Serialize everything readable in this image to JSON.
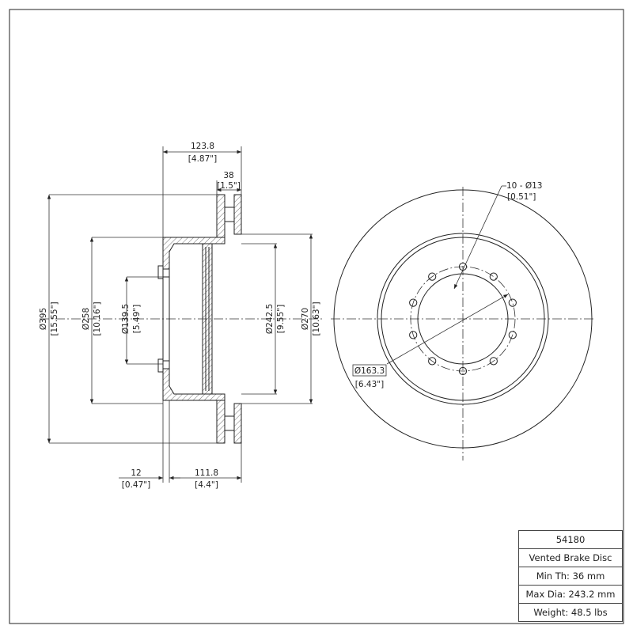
{
  "dimensions": {
    "overall_width": {
      "value": "123.8",
      "inch": "[4.87\"]"
    },
    "rotor_thickness": {
      "value": "38",
      "inch": "[1.5\"]"
    },
    "outer_diameter": {
      "value": "Ø395",
      "inch": "[15.55\"]"
    },
    "hat_diameter": {
      "value": "Ø258",
      "inch": "[10.16\"]"
    },
    "center_bore": {
      "value": "Ø139.5",
      "inch": "[5.49\"]"
    },
    "inner_hat_diameter": {
      "value": "Ø242.5",
      "inch": "[9.55\"]"
    },
    "friction_inner_diameter": {
      "value": "Ø270",
      "inch": "[10.63\"]"
    },
    "hat_offset": {
      "value": "12",
      "inch": "[0.47\"]"
    },
    "height": {
      "value": "111.8",
      "inch": "[4.4\"]"
    },
    "bolt_holes": {
      "value": "10 - Ø13",
      "inch": "[0.51\"]"
    },
    "bolt_circle": {
      "value": "Ø163.3",
      "inch": "[6.43\"]"
    }
  },
  "info": {
    "part_number": "54180",
    "type": "Vented Brake Disc",
    "min_thickness": "Min Th: 36 mm",
    "max_diameter": "Max Dia: 243.2 mm",
    "weight": "Weight: 48.5 lbs"
  },
  "bolt_count": 10
}
